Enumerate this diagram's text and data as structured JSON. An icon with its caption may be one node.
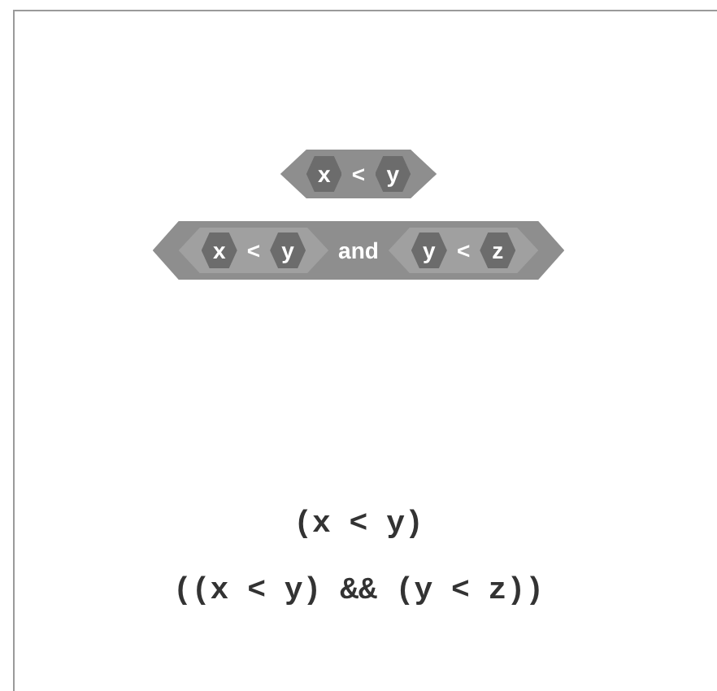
{
  "diagram": {
    "nodes": [
      {
        "text": [
          "<"
        ]
      },
      {
        "text": [
          "x"
        ],
        "in": 0
      },
      {
        "text": [
          "y"
        ],
        "in": 0
      },
      {
        "text": [
          "and"
        ]
      },
      {
        "text": [
          "<"
        ],
        "in": 3
      },
      {
        "text": [
          "x"
        ],
        "in": 4
      },
      {
        "text": [
          "y"
        ],
        "in": 4
      },
      {
        "text": [
          "<"
        ],
        "in": 3
      },
      {
        "text": [
          "y"
        ],
        "in": 7
      },
      {
        "text": [
          "z"
        ],
        "in": 7
      }
    ],
    "labels": [
      "(x < y)",
      "((x < y) && (y < z))"
    ]
  }
}
